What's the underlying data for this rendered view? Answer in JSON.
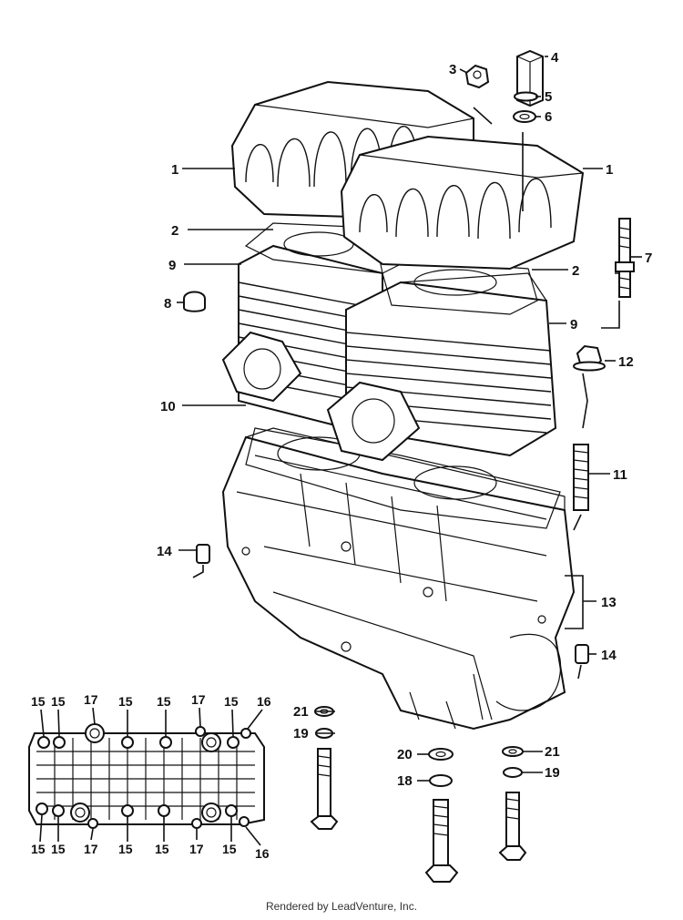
{
  "callouts": {
    "c1": "1",
    "c2": "2",
    "c3": "3",
    "c4": "4",
    "c5": "5",
    "c6": "6",
    "c7": "7",
    "c8": "8",
    "c9": "9",
    "c10": "10",
    "c11": "11",
    "c12": "12",
    "c13": "13",
    "c14": "14",
    "c15": "15",
    "c16": "16",
    "c17": "17",
    "c18": "18",
    "c19": "19",
    "c20": "20",
    "c21": "21"
  },
  "footer": {
    "credit": "Rendered by LeadVenture, Inc."
  }
}
